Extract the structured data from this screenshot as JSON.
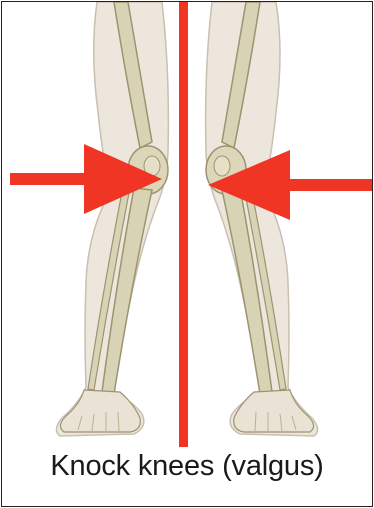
{
  "caption": "Knock knees (valgus)",
  "colors": {
    "background": "#ffffff",
    "skin": "#ede6dc",
    "skin_outline": "#c9bfb2",
    "bone": "#d9d3b5",
    "bone_outline": "#9c9470",
    "marker_red": "#f03524"
  },
  "elements": {
    "midline": "vertical red center line",
    "left_arrow": "red arrow pointing right at the left knee",
    "right_arrow": "red arrow pointing left at the right knee"
  }
}
